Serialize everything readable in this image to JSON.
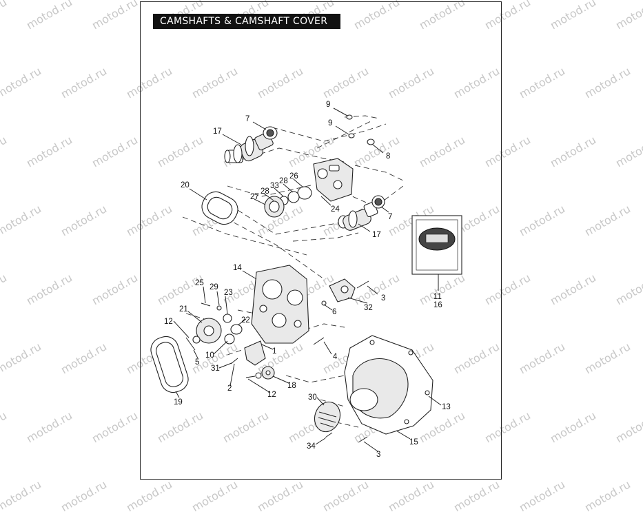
{
  "title": "CAMSHAFTS & CAMSHAFT COVER",
  "watermark": "motod.ru",
  "callouts": [
    {
      "id": "c9a",
      "label": "9"
    },
    {
      "id": "c9b",
      "label": "9"
    },
    {
      "id": "c7a",
      "label": "7"
    },
    {
      "id": "c17a",
      "label": "17"
    },
    {
      "id": "c8",
      "label": "8"
    },
    {
      "id": "c20",
      "label": "20"
    },
    {
      "id": "c26",
      "label": "26"
    },
    {
      "id": "c28a",
      "label": "28"
    },
    {
      "id": "c33",
      "label": "33"
    },
    {
      "id": "c28b",
      "label": "28"
    },
    {
      "id": "c27",
      "label": "27"
    },
    {
      "id": "c24",
      "label": "24"
    },
    {
      "id": "c7b",
      "label": "7"
    },
    {
      "id": "c17b",
      "label": "17"
    },
    {
      "id": "c11",
      "label": "11"
    },
    {
      "id": "c16",
      "label": "16"
    },
    {
      "id": "c14",
      "label": "14"
    },
    {
      "id": "c3a",
      "label": "3"
    },
    {
      "id": "c32",
      "label": "32"
    },
    {
      "id": "c25",
      "label": "25"
    },
    {
      "id": "c29",
      "label": "29"
    },
    {
      "id": "c23",
      "label": "23"
    },
    {
      "id": "c6",
      "label": "6"
    },
    {
      "id": "c21",
      "label": "21"
    },
    {
      "id": "c22",
      "label": "22"
    },
    {
      "id": "c12a",
      "label": "12"
    },
    {
      "id": "c1",
      "label": "1"
    },
    {
      "id": "c4",
      "label": "4"
    },
    {
      "id": "c10",
      "label": "10"
    },
    {
      "id": "c5",
      "label": "5"
    },
    {
      "id": "c31",
      "label": "31"
    },
    {
      "id": "c2",
      "label": "2"
    },
    {
      "id": "c18",
      "label": "18"
    },
    {
      "id": "c12b",
      "label": "12"
    },
    {
      "id": "c19",
      "label": "19"
    },
    {
      "id": "c30",
      "label": "30"
    },
    {
      "id": "c13",
      "label": "13"
    },
    {
      "id": "c15",
      "label": "15"
    },
    {
      "id": "c34",
      "label": "34"
    },
    {
      "id": "c3b",
      "label": "3"
    }
  ]
}
